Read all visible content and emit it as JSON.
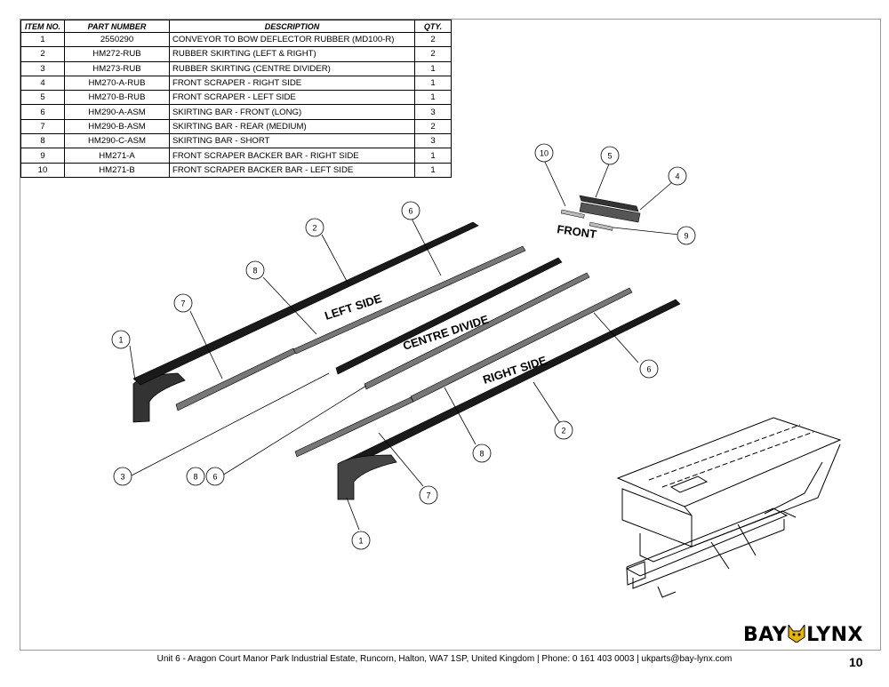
{
  "table": {
    "headers": [
      "ITEM NO.",
      "PART NUMBER",
      "DESCRIPTION",
      "QTY."
    ],
    "rows": [
      {
        "item": "1",
        "part": "2550290",
        "desc": "CONVEYOR TO BOW DEFLECTOR RUBBER (MD100-R)",
        "qty": "2"
      },
      {
        "item": "2",
        "part": "HM272-RUB",
        "desc": "RUBBER SKIRTING (LEFT & RIGHT)",
        "qty": "2"
      },
      {
        "item": "3",
        "part": "HM273-RUB",
        "desc": "RUBBER SKIRTING (CENTRE DIVIDER)",
        "qty": "1"
      },
      {
        "item": "4",
        "part": "HM270-A-RUB",
        "desc": "FRONT SCRAPER - RIGHT SIDE",
        "qty": "1"
      },
      {
        "item": "5",
        "part": "HM270-B-RUB",
        "desc": "FRONT SCRAPER - LEFT SIDE",
        "qty": "1"
      },
      {
        "item": "6",
        "part": "HM290-A-ASM",
        "desc": "SKIRTING BAR - FRONT (LONG)",
        "qty": "3"
      },
      {
        "item": "7",
        "part": "HM290-B-ASM",
        "desc": "SKIRTING BAR - REAR (MEDIUM)",
        "qty": "2"
      },
      {
        "item": "8",
        "part": "HM290-C-ASM",
        "desc": "SKIRTING BAR - SHORT",
        "qty": "3"
      },
      {
        "item": "9",
        "part": "HM271-A",
        "desc": "FRONT SCRAPER BACKER BAR - RIGHT SIDE",
        "qty": "1"
      },
      {
        "item": "10",
        "part": "HM271-B",
        "desc": "FRONT SCRAPER BACKER BAR - LEFT SIDE",
        "qty": "1"
      }
    ]
  },
  "drawing_labels": {
    "front": "FRONT",
    "left_side": "LEFT SIDE",
    "centre_divide": "CENTRE DIVIDE",
    "right_side": "RIGHT SIDE"
  },
  "balloons": [
    "1",
    "2",
    "3",
    "4",
    "5",
    "6",
    "7",
    "8",
    "9",
    "10"
  ],
  "footer": {
    "address": "Unit 6 - Aragon Court Manor Park Industrial Estate, Runcorn, Halton, WA7 1SP, United Kingdom  |  Phone: 0 161 403 0003  |  ukparts@bay-lynx.com",
    "page": "10"
  },
  "logo": {
    "left": "BAY",
    "right": "LYNX",
    "icon": "lynx-head-icon"
  },
  "colors": {
    "line": "#000000",
    "rubber": "#1a1a1a",
    "bar": "#666666"
  }
}
